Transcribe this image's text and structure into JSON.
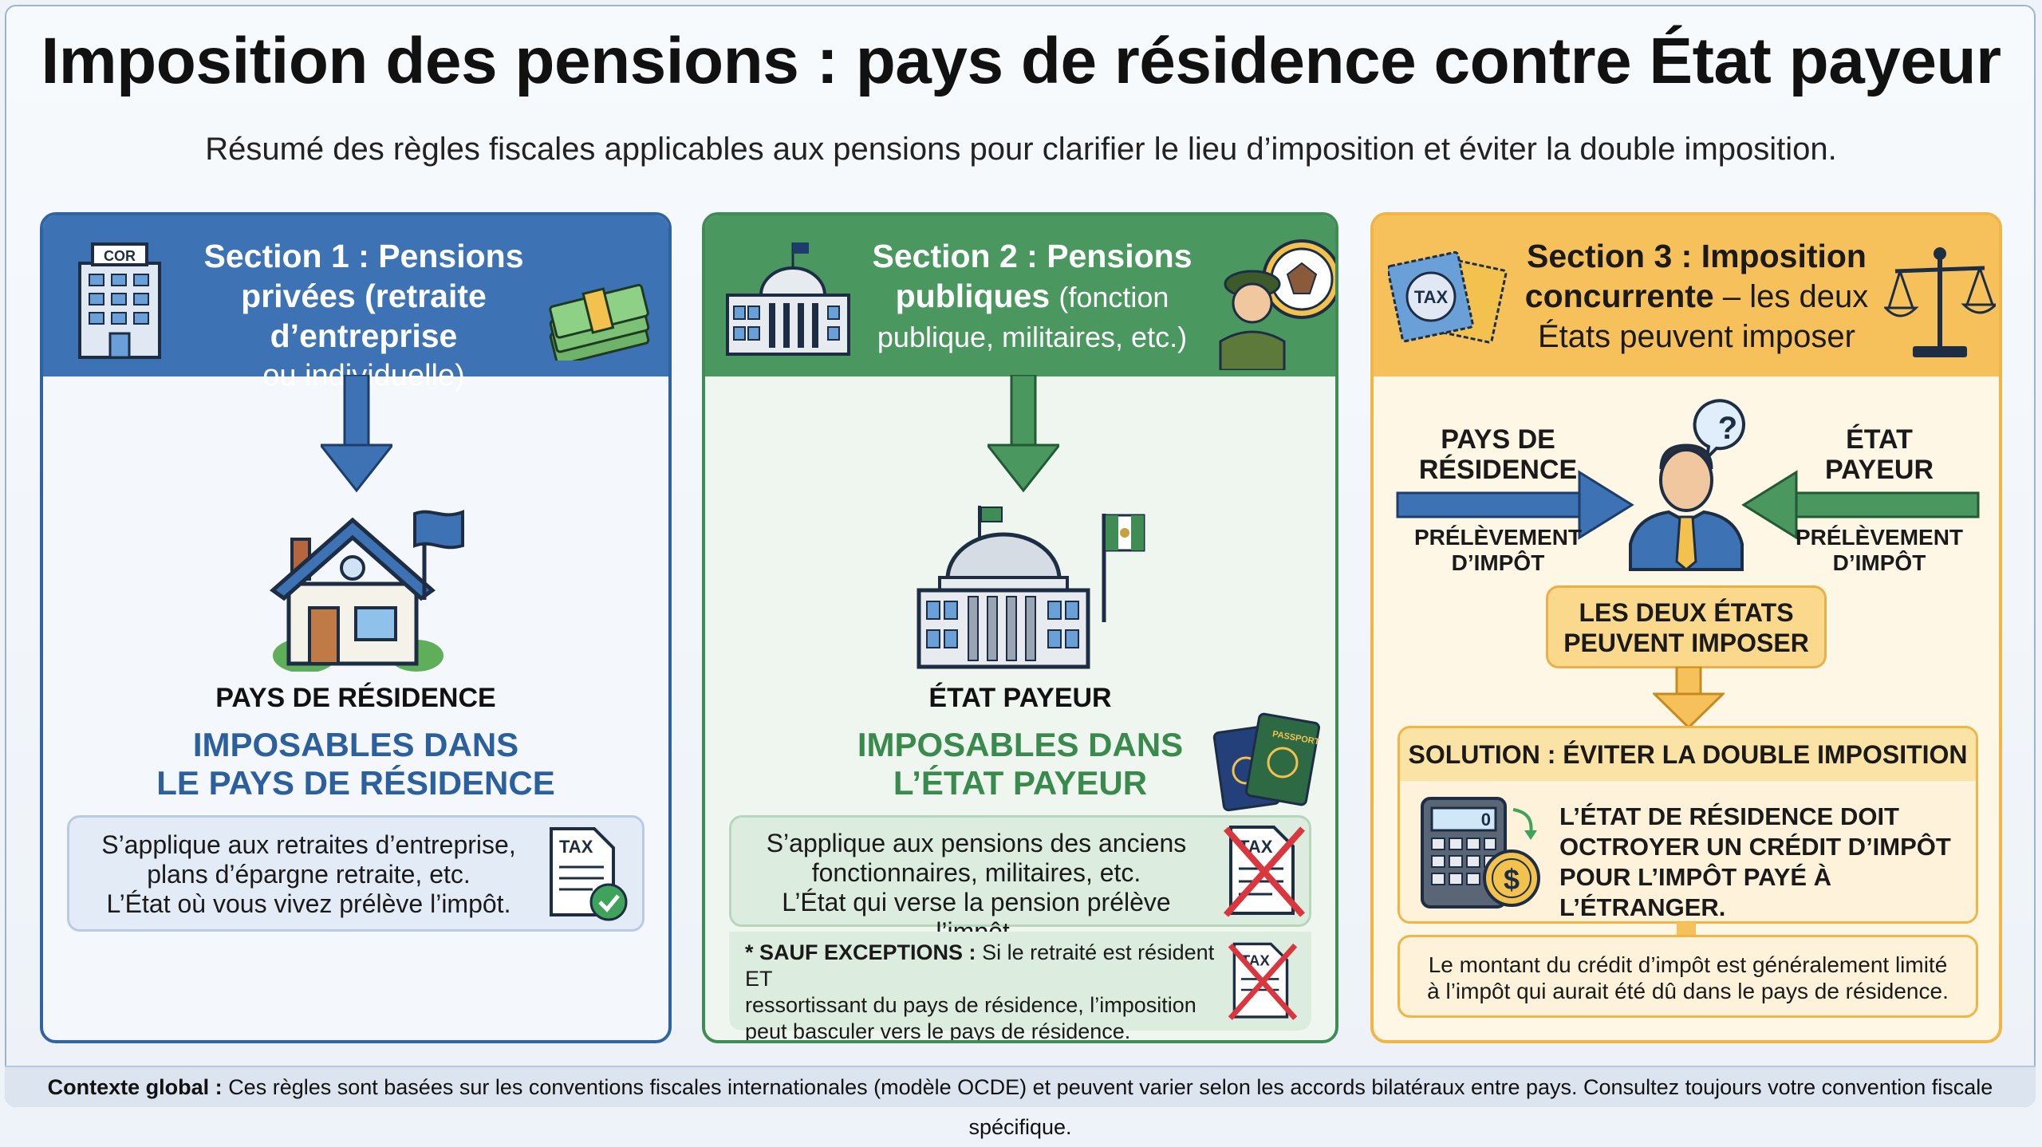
{
  "title": "Imposition des pensions : pays de résidence contre État payeur",
  "subtitle": "Résumé des règles fiscales applicables aux pensions pour clarifier le lieu d’imposition et éviter la double imposition.",
  "section1": {
    "title_bold": "Section 1 : Pensions privées (retraite d’entreprise",
    "title_rest": "ou individuelle)",
    "building_sign": "COR",
    "label": "PAYS DE RÉSIDENCE",
    "result_line1": "IMPOSABLES DANS",
    "result_line2": "LE PAYS DE RÉSIDENCE",
    "note_line1": "S’applique aux retraites d’entreprise,",
    "note_line2": "plans d’épargne retraite, etc.",
    "note_line3": "L’État où vous vivez prélève l’impôt.",
    "tax_doc": "TAX"
  },
  "section2": {
    "title_bold1": "Section 2 : Pensions",
    "title_bold2": "publiques",
    "title_rest1": "(fonction",
    "title_rest2": "publique, militaires, etc.)",
    "label": "ÉTAT PAYEUR",
    "result_line1": "IMPOSABLES DANS",
    "result_line2": "L’ÉTAT PAYEUR",
    "passport": "PASSPORT",
    "note_line1": "S’applique aux pensions des anciens",
    "note_line2": "fonctionnaires, militaires, etc.",
    "note_line3": "L’État qui verse la pension prélève l’impôt.",
    "tax_doc": "TAX",
    "exception_bold": "* SAUF EXCEPTIONS :",
    "exception_line1": "Si le retraité est résident ET",
    "exception_line2": "ressortissant du pays de résidence, l’imposition",
    "exception_line3": "peut basculer vers le pays de résidence."
  },
  "section3": {
    "title_bold1": "Section 3 : Imposition",
    "title_bold2": "concurrente",
    "title_rest1": "– les deux",
    "title_rest2": "États peuvent imposer",
    "stamp": "TAX",
    "left_label1": "PAYS DE",
    "left_label2": "RÉSIDENCE",
    "left_sub1": "PRÉLÈVEMENT",
    "left_sub2": "D’IMPÔT",
    "right_label1": "ÉTAT",
    "right_label2": "PAYEUR",
    "right_sub1": "PRÉLÈVEMENT",
    "right_sub2": "D’IMPÔT",
    "question": "?",
    "both_line1": "LES DEUX ÉTATS",
    "both_line2": "PEUVENT IMPOSER",
    "solution_title": "SOLUTION : ÉVITER LA DOUBLE IMPOSITION",
    "calc_display": "0",
    "coin": "$",
    "solution_line1": "L’ÉTAT DE RÉSIDENCE DOIT",
    "solution_line2": "OCTROYER UN CRÉDIT D’IMPÔT",
    "solution_line3": "POUR L’IMPÔT PAYÉ À L’ÉTRANGER.",
    "limit_line1": "Le montant du crédit d’impôt est généralement limité",
    "limit_line2": "à l’impôt qui aurait été dû dans le pays de résidence."
  },
  "footer": {
    "bold": "Contexte global :",
    "text": "Ces règles sont basées sur les conventions fiscales internationales (modèle OCDE) et peuvent varier selon les accords bilatéraux entre pays. Consultez toujours votre convention fiscale spécifique."
  }
}
